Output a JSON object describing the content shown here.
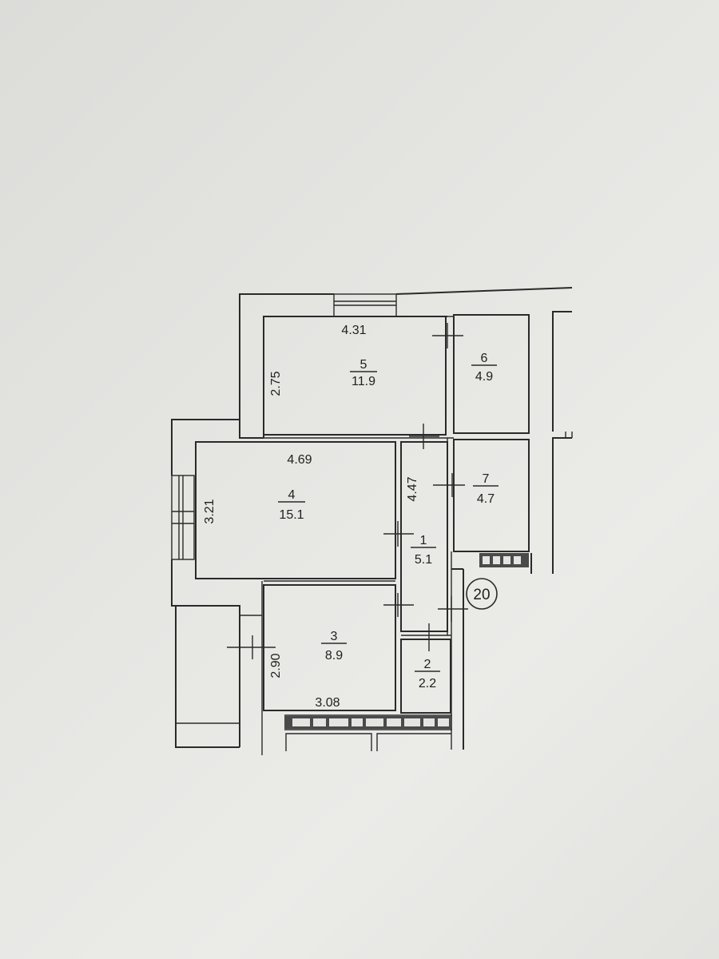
{
  "rooms": [
    {
      "number": "1",
      "area": "5.1"
    },
    {
      "number": "2",
      "area": "2.2"
    },
    {
      "number": "3",
      "area": "8.9"
    },
    {
      "number": "4",
      "area": "15.1"
    },
    {
      "number": "5",
      "area": "11.9"
    },
    {
      "number": "6",
      "area": "4.9"
    },
    {
      "number": "7",
      "area": "4.7"
    }
  ],
  "dimensions": {
    "room5_width": "4.31",
    "room5_height": "2.75",
    "room4_width": "4.69",
    "room4_height": "3.21",
    "room1_length": "4.47",
    "room3_height": "2.90",
    "room3_width": "3.08"
  },
  "apartment_number": "20"
}
